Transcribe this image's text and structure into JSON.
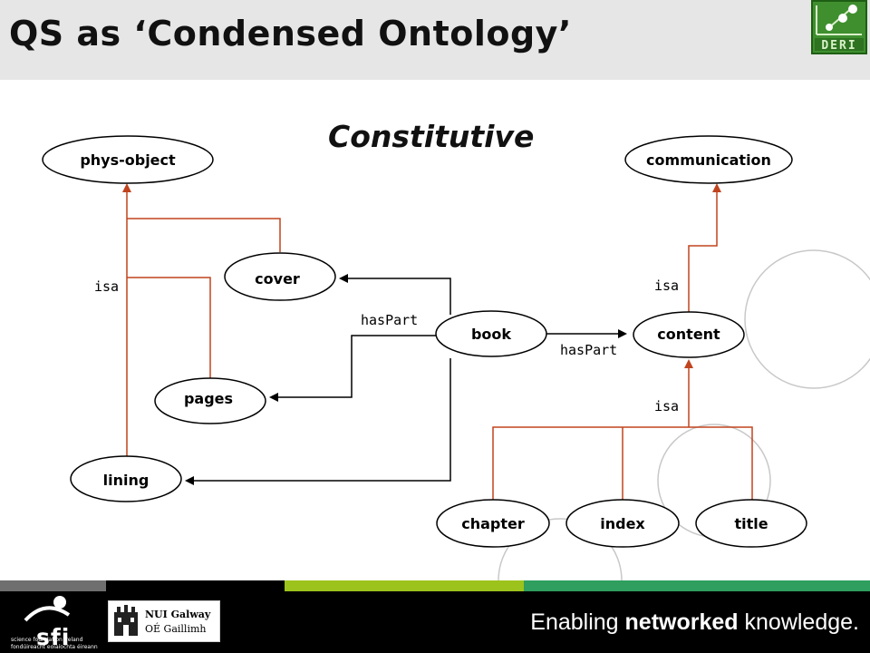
{
  "slide": {
    "title": "QS as ‘Condensed Ontology’",
    "subtitle": "Constitutive"
  },
  "logos": {
    "deri_logo_text": "DERI",
    "sfi_text": "sfi",
    "sfi_line1": "science foundation ireland",
    "sfi_line2": "fondúireacht eolaíochta éireann",
    "nuig_line1": "NUI Galway",
    "nuig_line2": "OÉ Gaillimh"
  },
  "footer": {
    "tagline_pre": "Enabling ",
    "tagline_bold": "networked",
    "tagline_post": " knowledge.",
    "strip_colors": [
      "#6f6f6f",
      "#000000",
      "#9cc31b",
      "#2f9e5f"
    ]
  },
  "diagram": {
    "nodes": [
      {
        "id": "phys-object",
        "label": "phys-object"
      },
      {
        "id": "communication",
        "label": "communication"
      },
      {
        "id": "cover",
        "label": "cover"
      },
      {
        "id": "book",
        "label": "book"
      },
      {
        "id": "content",
        "label": "content"
      },
      {
        "id": "pages",
        "label": "pages"
      },
      {
        "id": "lining",
        "label": "lining"
      },
      {
        "id": "chapter",
        "label": "chapter"
      },
      {
        "id": "index",
        "label": "index"
      },
      {
        "id": "title",
        "label": "title"
      }
    ],
    "edge_labels": {
      "isa_left": "isa",
      "isa_content": "isa",
      "isa_parts": "isa",
      "haspart_left": "hasPart",
      "haspart_right": "hasPart"
    },
    "colors": {
      "isa_line": "#c0441d",
      "haspart_line": "#000000",
      "decor_circle": "#c8c8c8"
    }
  }
}
